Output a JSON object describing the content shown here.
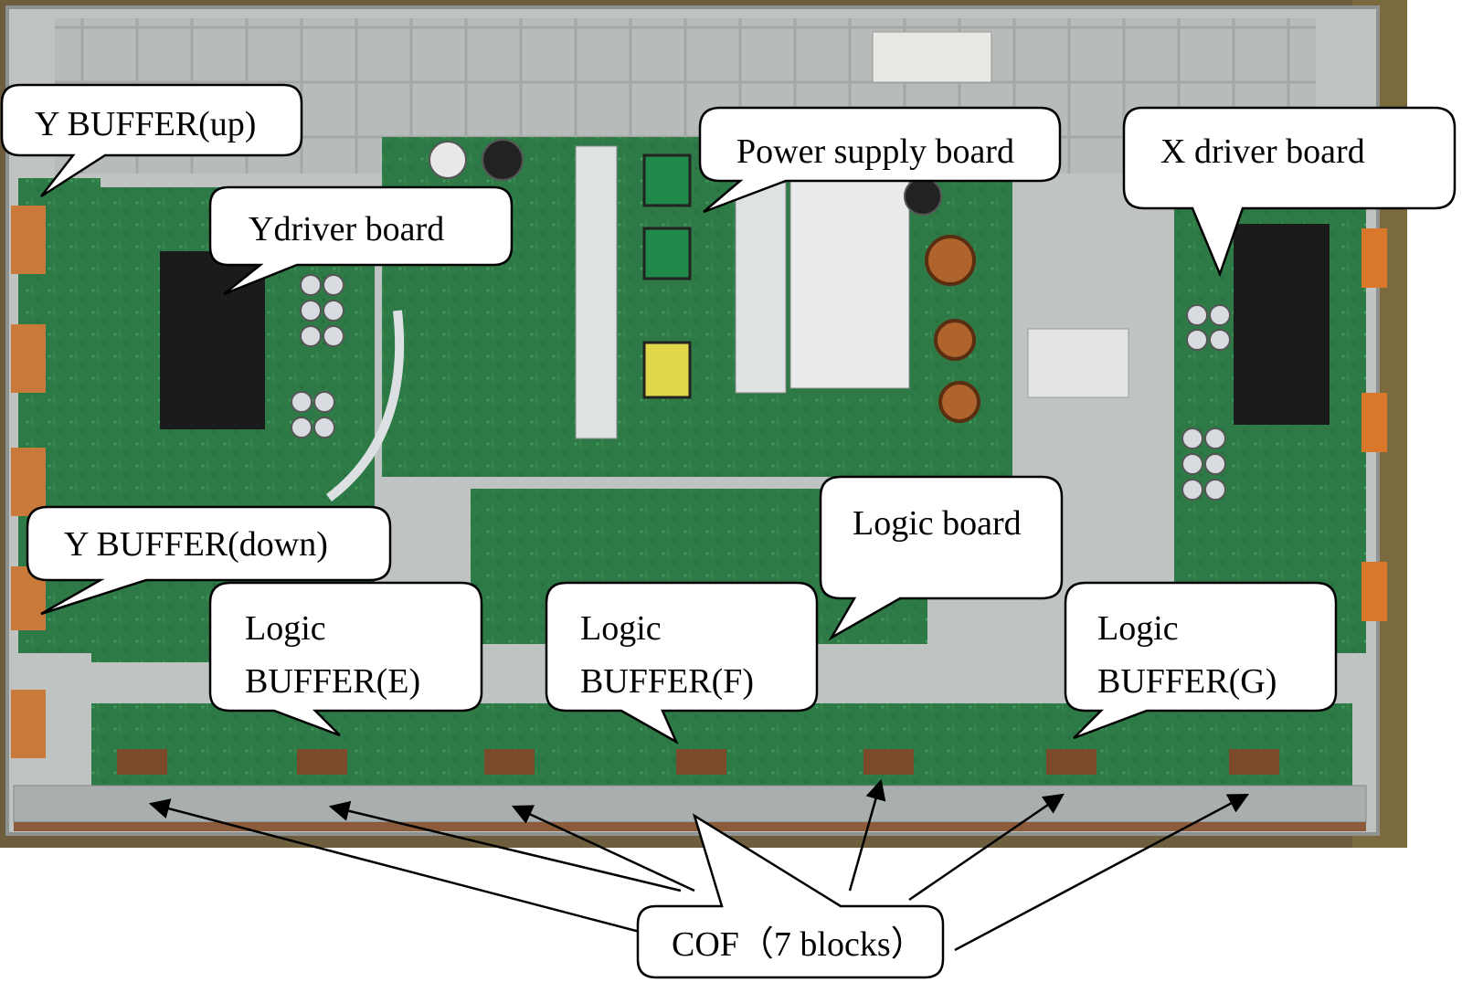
{
  "labels": {
    "y_buffer_up": "Y BUFFER(up)",
    "y_driver_board": "Ydriver board",
    "power_supply_board": "Power supply board",
    "x_driver_board": "X driver board",
    "y_buffer_down": "Y BUFFER(down)",
    "logic_board": "Logic board",
    "logic_buffer_e": [
      "Logic",
      "BUFFER(E)"
    ],
    "logic_buffer_f": [
      "Logic",
      "BUFFER(F)"
    ],
    "logic_buffer_g": [
      "Logic",
      "BUFFER(G)"
    ],
    "cof": "COF（7 blocks）"
  },
  "colors": {
    "pcb_green": "#2f7d4a",
    "chassis_gray": "#b9bdbd",
    "heatsink_black": "#1a1a1a",
    "connector_orange": "#d9772b",
    "callout_fill": "#ffffff",
    "callout_stroke": "#000000"
  }
}
